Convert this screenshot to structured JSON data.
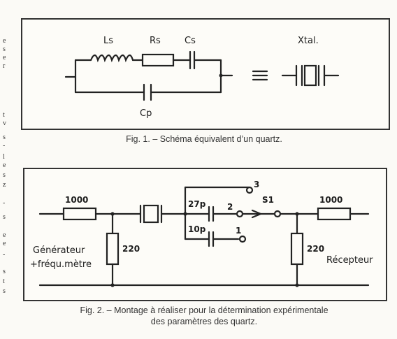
{
  "page_edge_letters": [
    "e",
    "s",
    "e",
    "r",
    "t",
    "v",
    "s",
    "-",
    "l",
    "e",
    "s",
    "z",
    "-",
    "s",
    "e",
    "e",
    "-",
    "s",
    "t",
    "s"
  ],
  "figure1": {
    "labels": {
      "ls": "Ls",
      "rs": "Rs",
      "cs": "Cs",
      "cp": "Cp",
      "xtal": "Xtal."
    },
    "caption": "Fig. 1. – Schéma équivalent d’un quartz."
  },
  "figure2": {
    "labels": {
      "r_in": "1000",
      "r_shunt_in": "220",
      "cap_27p": "27p",
      "cap_10p": "10p",
      "switch_pos_1": "1",
      "switch_pos_2": "2",
      "switch_pos_3": "3",
      "switch_name": "S1",
      "r_out": "1000",
      "r_shunt_out": "220",
      "generator_line1": "Générateur",
      "generator_line2": "+fréqu.mètre",
      "receiver": "Récepteur"
    },
    "caption_line1": "Fig. 2. – Montage à réaliser pour la détermination expérimentale",
    "caption_line2": "des paramètres des quartz."
  }
}
